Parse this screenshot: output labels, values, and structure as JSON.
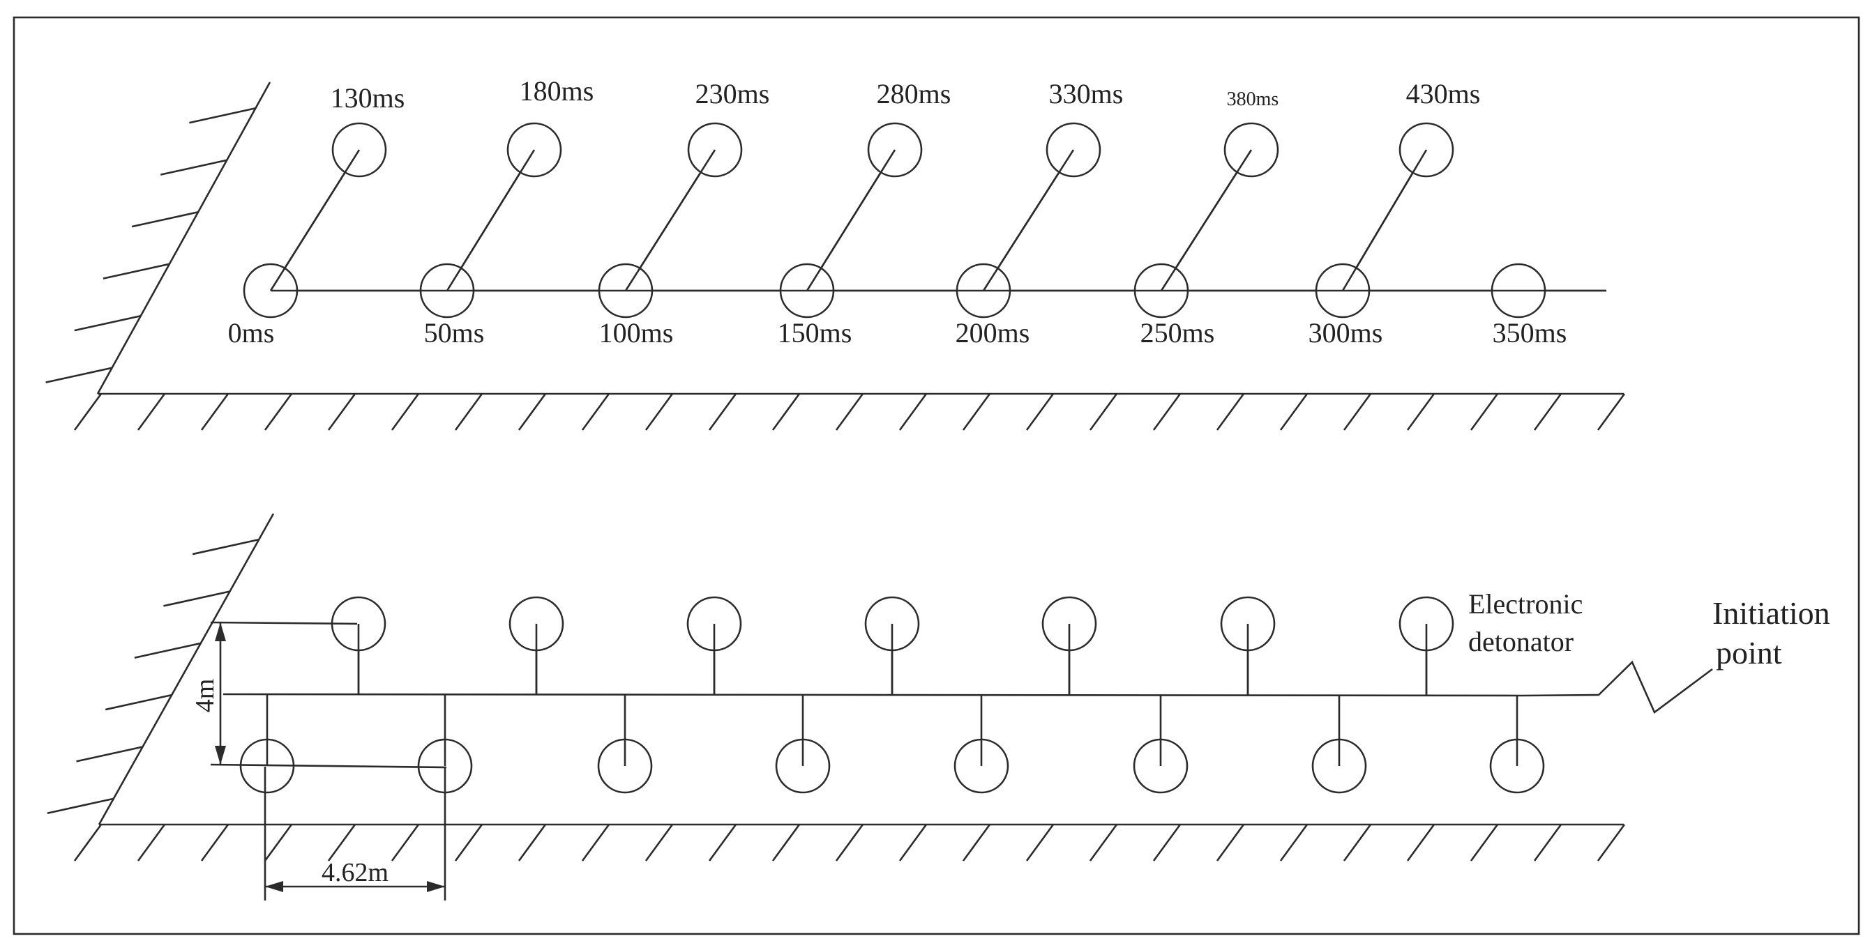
{
  "top_panel": {
    "front_row_delays": [
      "0ms",
      "50ms",
      "100ms",
      "150ms",
      "200ms",
      "250ms",
      "300ms",
      "350ms"
    ],
    "back_row_delays": [
      "130ms",
      "180ms",
      "230ms",
      "280ms",
      "330ms",
      "380ms",
      "430ms"
    ]
  },
  "bottom_panel": {
    "labels": {
      "detonator": [
        "Electronic",
        "detonator"
      ],
      "initiation": [
        "Initiation",
        "point"
      ],
      "row_spacing": "4m",
      "hole_spacing": "4.62m"
    }
  }
}
